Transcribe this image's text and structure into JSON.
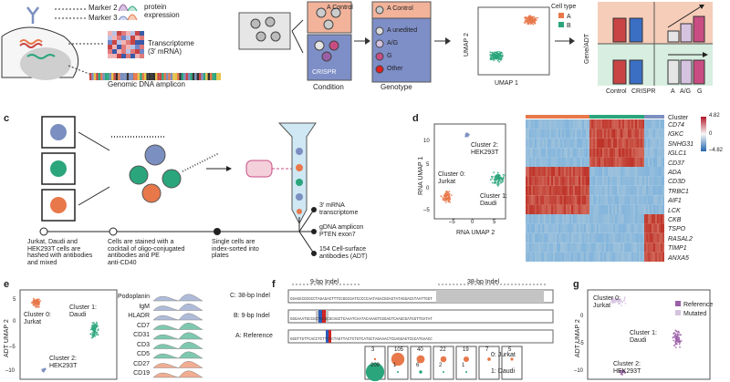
{
  "panel_a": {
    "markers": [
      "Marker 2",
      "Marker 3"
    ],
    "protein_expression": "protein\nexpression",
    "transcriptome": "Transcriptome\n(3′ mRNA)",
    "genomic": "Genomic DNA amplicon"
  },
  "panel_b": {
    "conditions": [
      "A Control",
      "A unedited",
      "A/G",
      "G",
      "Other"
    ],
    "crispr": "CRISPR",
    "condition_label": "Condition",
    "genotype_label": "Genotype",
    "umap_x": "UMAP 1",
    "umap_y": "UMAP 2",
    "cell_type_title": "Cell type",
    "cell_types": [
      "A",
      "B"
    ],
    "colors": {
      "A": "#e8784a",
      "B": "#2aa57c"
    },
    "gene_adt": "Gene/ADT",
    "bar_labels_left": [
      "Control",
      "CRISPR"
    ],
    "bar_labels_right": [
      "A",
      "A/G",
      "G"
    ]
  },
  "panel_c": {
    "step1": "Jurkat, Daudi and\nHEK293T cells are\nhashed with antibodies\nand mixed",
    "step2": "Cells are stained with a\ncocktail of oligo-conjugated\nantibodies and PE\nanti-CD40",
    "step3": "Single cells are\nindex-sorted into\nplates",
    "outputs": [
      "3′ mRNA\ntranscriptome",
      "gDNA amplicon\nPTEN exon7",
      "154 Cell-surface\nantibodies (ADT)"
    ]
  },
  "panel_d": {
    "y_label": "RNA UMAP 1",
    "x_label": "RNA UMAP 2",
    "clusters": [
      "Cluster 2:\nHEK293T",
      "Cluster 0:\nJurkat",
      "Cluster 1:\nDaudi"
    ],
    "y_ticks": [
      "10",
      "5",
      "0",
      "–5"
    ],
    "x_ticks": [
      "–5",
      "0",
      "5"
    ],
    "heatmap_header": "Cluster",
    "genes": [
      "CD74",
      "IGKC",
      "SNHG31",
      "IGLC1",
      "CD37",
      "ADA",
      "CD3D",
      "TRBC1",
      "AIF1",
      "LCK",
      "CKB",
      "TSPO",
      "RASAL2",
      "TIMP1",
      "ANXA5"
    ],
    "scale": [
      "4.82",
      "0",
      "–4.82"
    ]
  },
  "panel_e": {
    "y_label": "ADT UMAP 2",
    "clusters": [
      "Cluster 0:\nJurkat",
      "Cluster 1:\nDaudi",
      "Cluster 2:\nHEK293T"
    ],
    "y_ticks": [
      "5",
      "0",
      "–5",
      "–10"
    ],
    "markers": [
      "Podoplanin",
      "IgM",
      "HLADR",
      "CD7",
      "CD31",
      "CD3",
      "CD5",
      "CD27",
      "CD19"
    ]
  },
  "panel_f": {
    "indel_labels": [
      "9-bp Indel",
      "38-bp Indel"
    ],
    "rows": [
      "C: 38-bp Indel",
      "B: 9-bp Indel",
      "A: Reference"
    ],
    "counts_top": [
      "3",
      "105",
      "40",
      "22",
      "19",
      "7",
      "5"
    ],
    "counts_bottom": [
      "209",
      "1",
      "6",
      "2",
      "1",
      "",
      ""
    ],
    "legend": [
      "0: Jurkat",
      "1: Daudi"
    ]
  },
  "panel_g": {
    "y_label": "ADT UMAP 2",
    "clusters": [
      "Cluster 0:\nJurkat",
      "Cluster 1:\nDaudi",
      "Cluster 2:\nHEK293T"
    ],
    "y_ticks": [
      "0",
      "–5",
      "–10"
    ],
    "legend": [
      "Reference",
      "Mutated"
    ],
    "colors": {
      "Reference": "#9b5fa8",
      "Mutated": "#d6c3e0"
    }
  },
  "panel_letters": [
    "c",
    "d",
    "e",
    "f",
    "g"
  ]
}
